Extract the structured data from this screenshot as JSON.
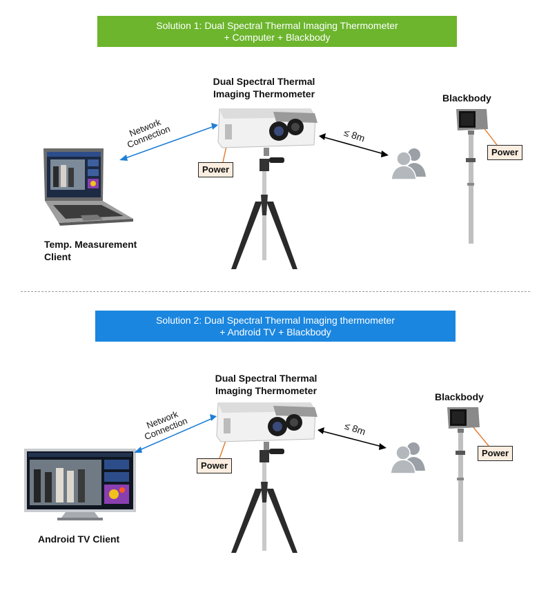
{
  "solution1": {
    "banner_line1": "Solution 1: Dual Spectral Thermal Imaging Thermometer",
    "banner_line2": "+ Computer + Blackbody",
    "camera_label_line1": "Dual Spectral Thermal",
    "camera_label_line2": "Imaging Thermometer",
    "network_line1": "Network",
    "network_line2": "Connection",
    "distance": "≤ 8m",
    "power_camera": "Power",
    "power_blackbody": "Power",
    "blackbody_label": "Blackbody",
    "client_line1": "Temp. Measurement",
    "client_line2": "Client"
  },
  "solution2": {
    "banner_line1": "Solution 2: Dual Spectral Thermal Imaging thermometer",
    "banner_line2": "+ Android TV + Blackbody",
    "camera_label_line1": "Dual Spectral Thermal",
    "camera_label_line2": "Imaging Thermometer",
    "network_line1": "Network",
    "network_line2": "Connection",
    "distance": "≤ 8m",
    "power_camera": "Power",
    "power_blackbody": "Power",
    "blackbody_label": "Blackbody",
    "client_label": "Android TV Client"
  },
  "colors": {
    "banner1": "#6cb52d",
    "banner2": "#1a86df",
    "network_arrow": "#1f7fd6",
    "power_leader": "#e0782a",
    "power_box": "#fbeee0"
  }
}
